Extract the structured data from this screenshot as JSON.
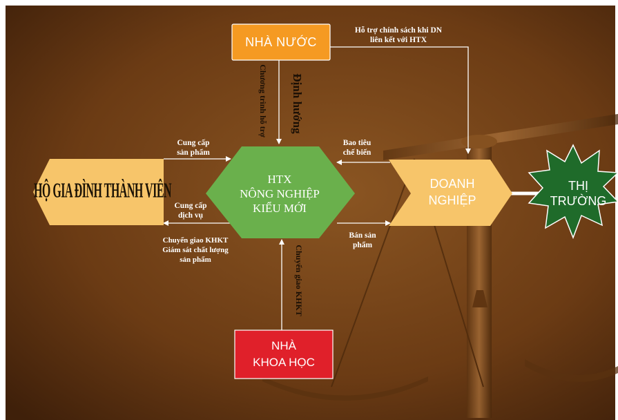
{
  "nodes": {
    "nha_nuoc": "NHÀ NƯỚC",
    "htx": [
      "HTX",
      "NÔNG NGHIỆP",
      "KIỂU MỚI"
    ],
    "ho_gia_dinh": "HỘ GIA ĐÌNH THÀNH VIÊN",
    "doanh_nghiep": [
      "DOANH",
      "NGHIỆP"
    ],
    "thi_truong": [
      "THỊ",
      "TRƯỜNG"
    ],
    "nha_khoa_hoc": [
      "NHÀ",
      "KHOA HỌC"
    ]
  },
  "labels": {
    "ho_tro_chinh_sach": [
      "Hỗ trợ chính sách khi DN",
      "liên kết với HTX"
    ],
    "chuong_trinh_ho_tro": "Chương trình hỗ trợ",
    "dinh_huong": "Định hướng",
    "cung_cap_san_pham": [
      "Cung cấp",
      "sản phẩm"
    ],
    "cung_cap_dich_vu": [
      "Cung cấp",
      "dịch vụ"
    ],
    "chuyen_giao_giam_sat": [
      "Chuyển giao KHKT",
      "Giám sát chất lượng",
      "sản phẩm"
    ],
    "bao_tieu_che_bien": [
      "Bao tiêu",
      "chế biến"
    ],
    "ban_san_pham": [
      "Bán sản",
      "phẩm"
    ],
    "chuyen_giao_khkt": "Chuyển giao KHKT"
  },
  "colors": {
    "background": "#6b3b14",
    "nha_nuoc": "#f59a22",
    "htx": "#6ab04c",
    "ho_gia_dinh": "#f7c56a",
    "doanh_nghiep": "#f7c56a",
    "thi_truong": "#1f6b2a",
    "nha_khoa_hoc": "#e0202a"
  }
}
